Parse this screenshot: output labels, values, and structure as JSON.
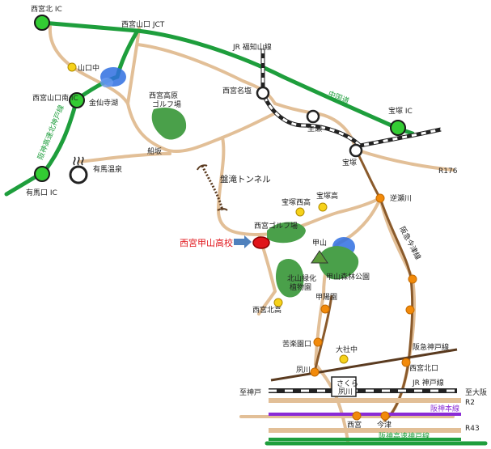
{
  "map": {
    "interchanges": {
      "nishinomiya_kita": "西宮北 IC",
      "nishinomiya_yamaguchi_jct": "西宮山口 JCT",
      "nishinomiya_yamaguchi_minami": "西宮山口南 IC",
      "arimaguchi": "有馬口 IC",
      "takarazuka": "宝塚 IC"
    },
    "expressways": {
      "hanshin_north": "阪神高速北神戸線",
      "chugoku": "中国道",
      "hanshin_kobe": "阪神高速神戸線"
    },
    "railways": {
      "jr_fukuchiyama": "JR 福知山線",
      "jr_kobe": "JR 神戸線",
      "hankyu_kobe": "阪急神戸線",
      "hankyu_imazu": "阪急今津線",
      "hanshin_main": "阪神本線",
      "to_kobe": "至神戸",
      "to_osaka": "至大阪"
    },
    "roads": {
      "r176": "R176",
      "r2": "R2",
      "r43": "R43",
      "tunnel": "盤滝トンネル"
    },
    "stations": {
      "nishinomiya_najio": "西宮名塩",
      "namaze": "生瀬",
      "takarazuka": "宝塚",
      "sakasegawa": "逆瀬川",
      "koyoen": "甲陽園",
      "kurakuenguchi": "苦楽園口",
      "shukugawa": "夙川",
      "nishinomiya_kitaguchi": "西宮北口",
      "nishinomiya": "西宮",
      "imazu": "今津",
      "sakura_shukugawa": "さくら\n夙川"
    },
    "schools": {
      "yamaguchi_chu": "山口中",
      "takarazuka_nishi": "宝塚西高",
      "takarazuka_ko": "宝塚高",
      "nishinomiya_kita_ko": "西宮北高",
      "taisha_chu": "大社中"
    },
    "places": {
      "kanasenji_lake": "金仙寺湖",
      "takahara_golf": "西宮高原\nゴルフ場",
      "funasaka": "船坂",
      "arima_onsen": "有馬温泉",
      "nishinomiya_golf": "西宮ゴルフ場",
      "kabutoyama": "甲山",
      "kabutoyama_park": "甲山森林公園",
      "kitayama_garden": "北山緑化\n植物園"
    },
    "target": {
      "name": "西宮甲山高校"
    },
    "colors": {
      "expressway": "#1e9e3c",
      "road": "#e2bf97",
      "river": "#8a5a2b",
      "station": "#f28a0a",
      "school": "#f6d21a",
      "target": "#e0141a",
      "arrow": "#4f81bd",
      "hanshin_line": "#8a2bd6",
      "park": "#4aa04a",
      "lake": "#2f6fe0"
    }
  }
}
